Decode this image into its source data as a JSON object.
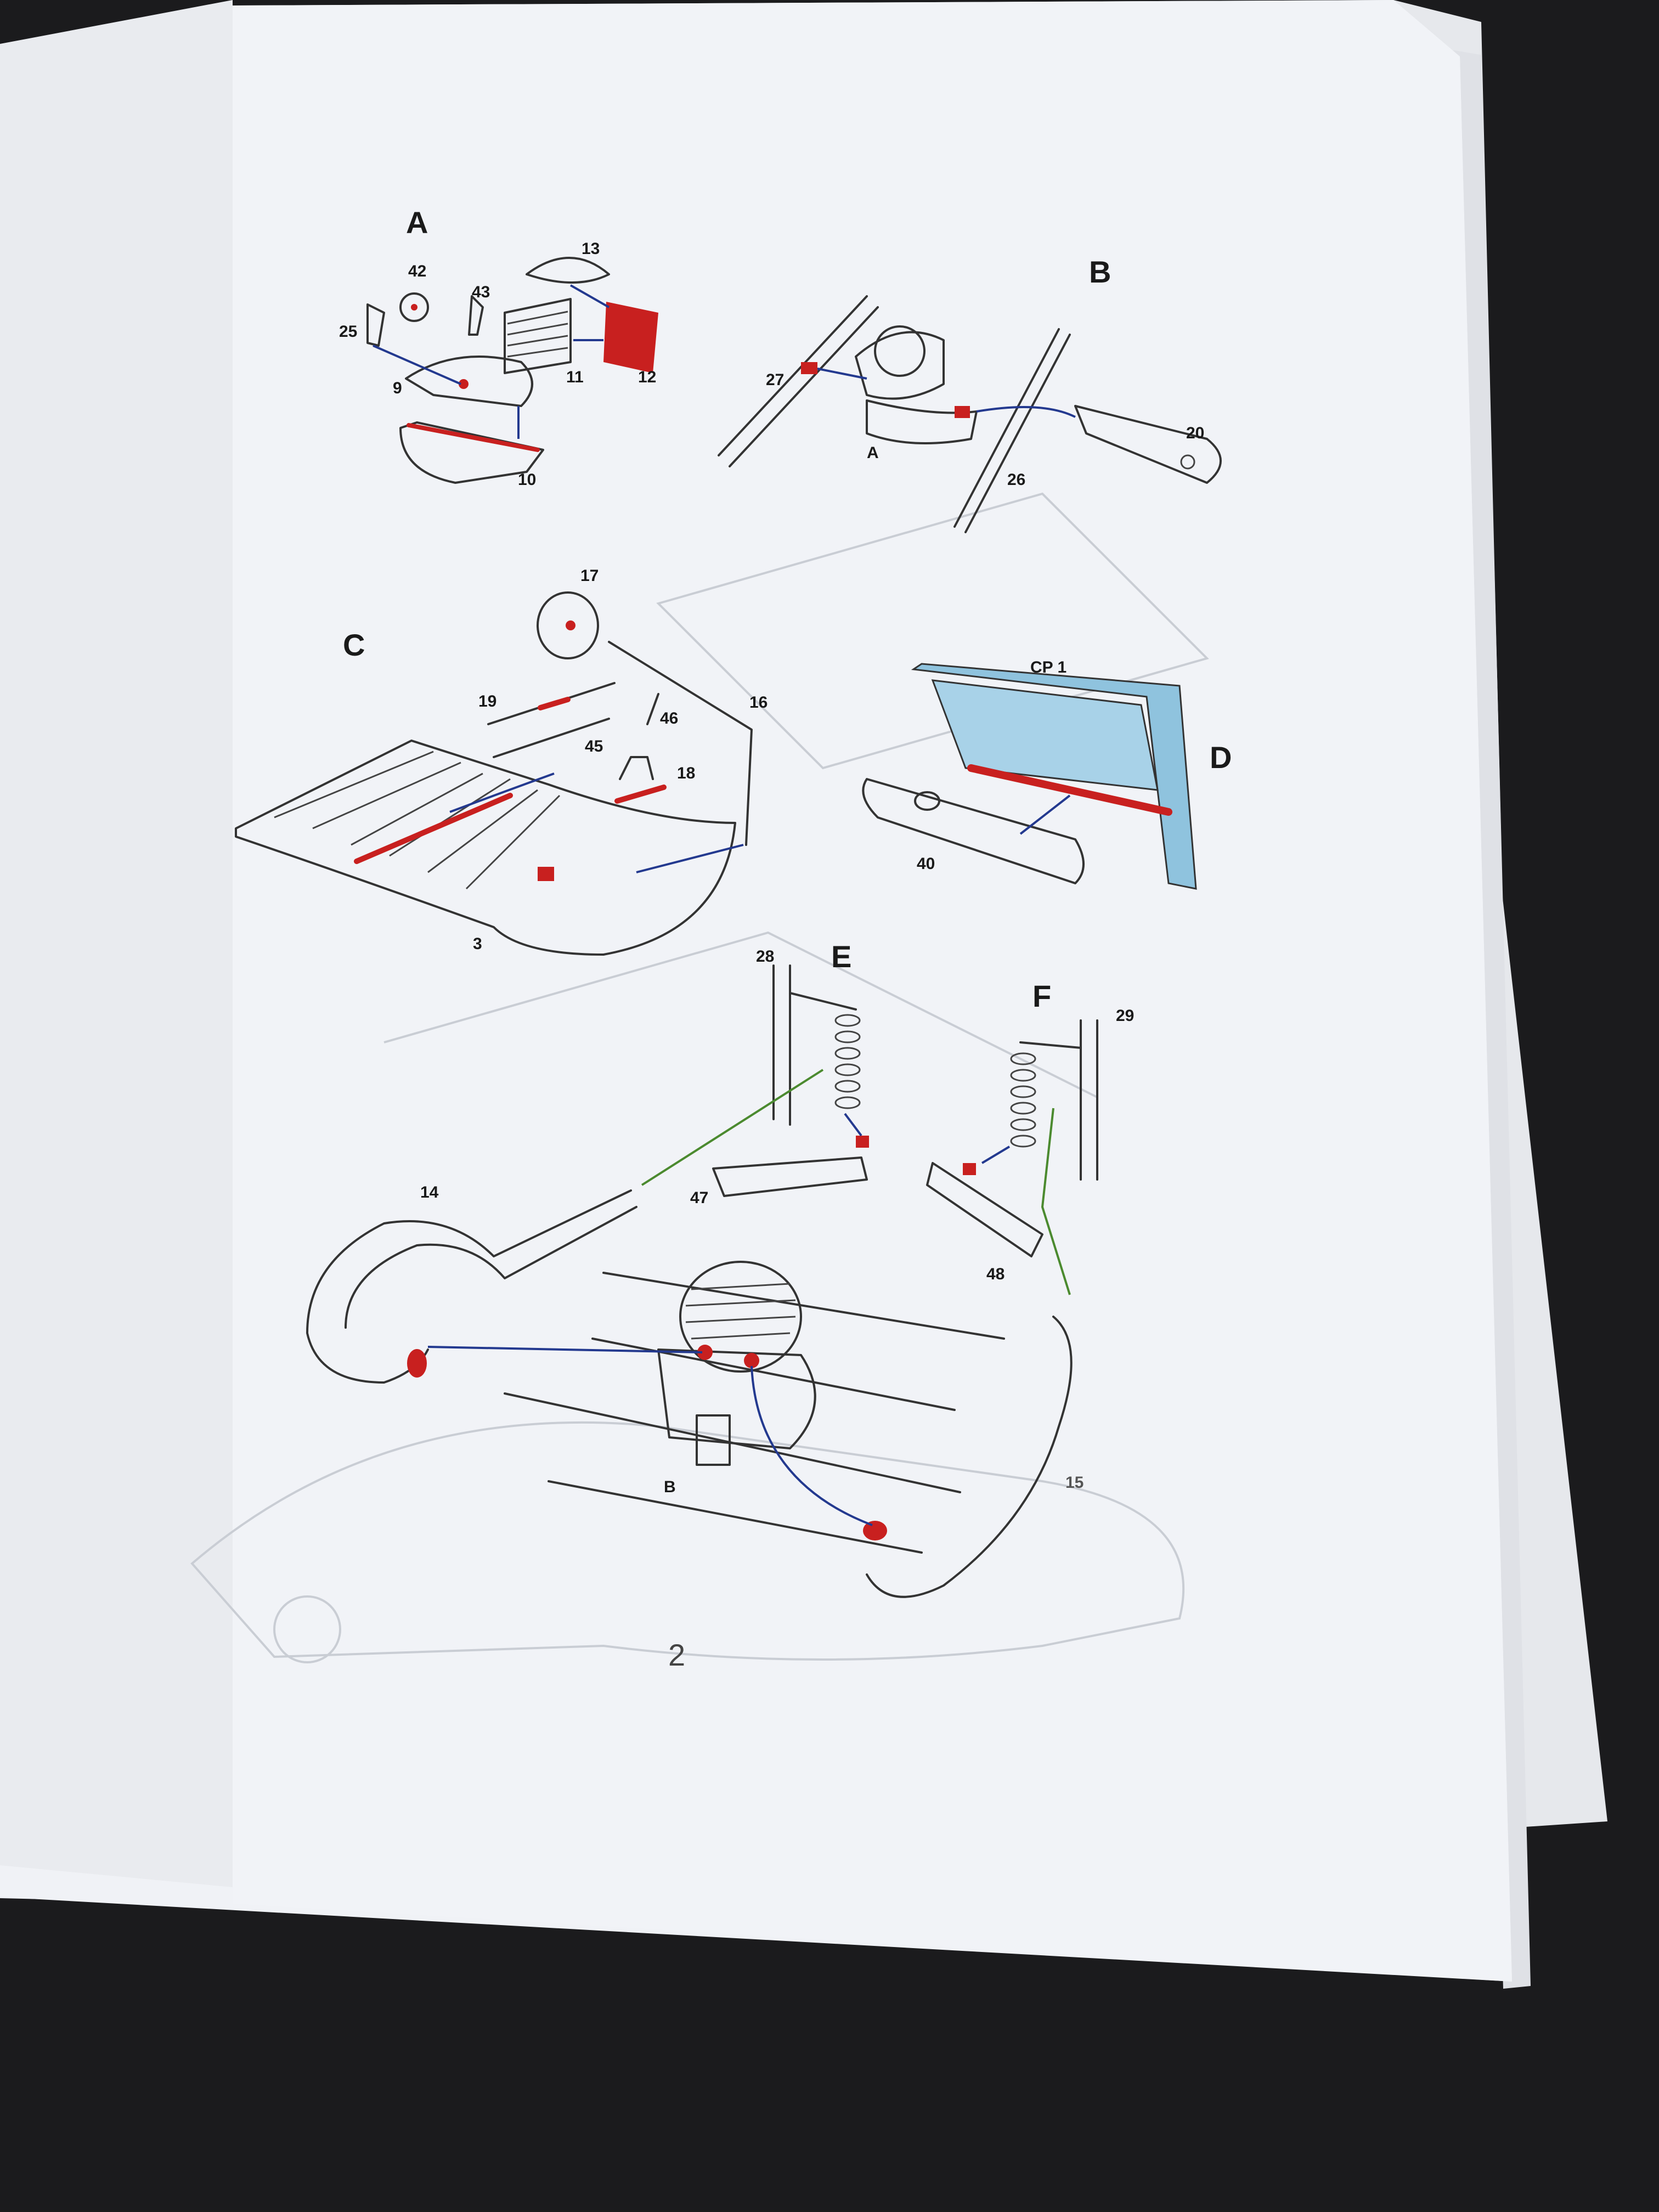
{
  "document": {
    "page_number": "2",
    "sections": {
      "A": {
        "title": "A",
        "parts": [
          "13",
          "42",
          "43",
          "25",
          "9",
          "11",
          "12",
          "10"
        ]
      },
      "B": {
        "title": "B",
        "sub_ref": "A",
        "parts": [
          "27",
          "20",
          "26"
        ]
      },
      "C": {
        "title": "C",
        "parts": [
          "17",
          "19",
          "16",
          "46",
          "45",
          "18",
          "3"
        ]
      },
      "D": {
        "title": "D",
        "sheet": "CP 1",
        "parts": [
          "40"
        ]
      },
      "E": {
        "title": "E",
        "parts": [
          "28",
          "47",
          "14"
        ]
      },
      "F": {
        "title": "F",
        "parts": [
          "29",
          "48",
          "15"
        ],
        "sub_ref": "B"
      }
    },
    "colors": {
      "highlight": "#c8201f",
      "arrow": "#23398f",
      "arrow_alt": "#4b8a2f",
      "glass": "#8fc3de",
      "paper": "#f1f3f7",
      "background": "#1b1b1d"
    }
  }
}
